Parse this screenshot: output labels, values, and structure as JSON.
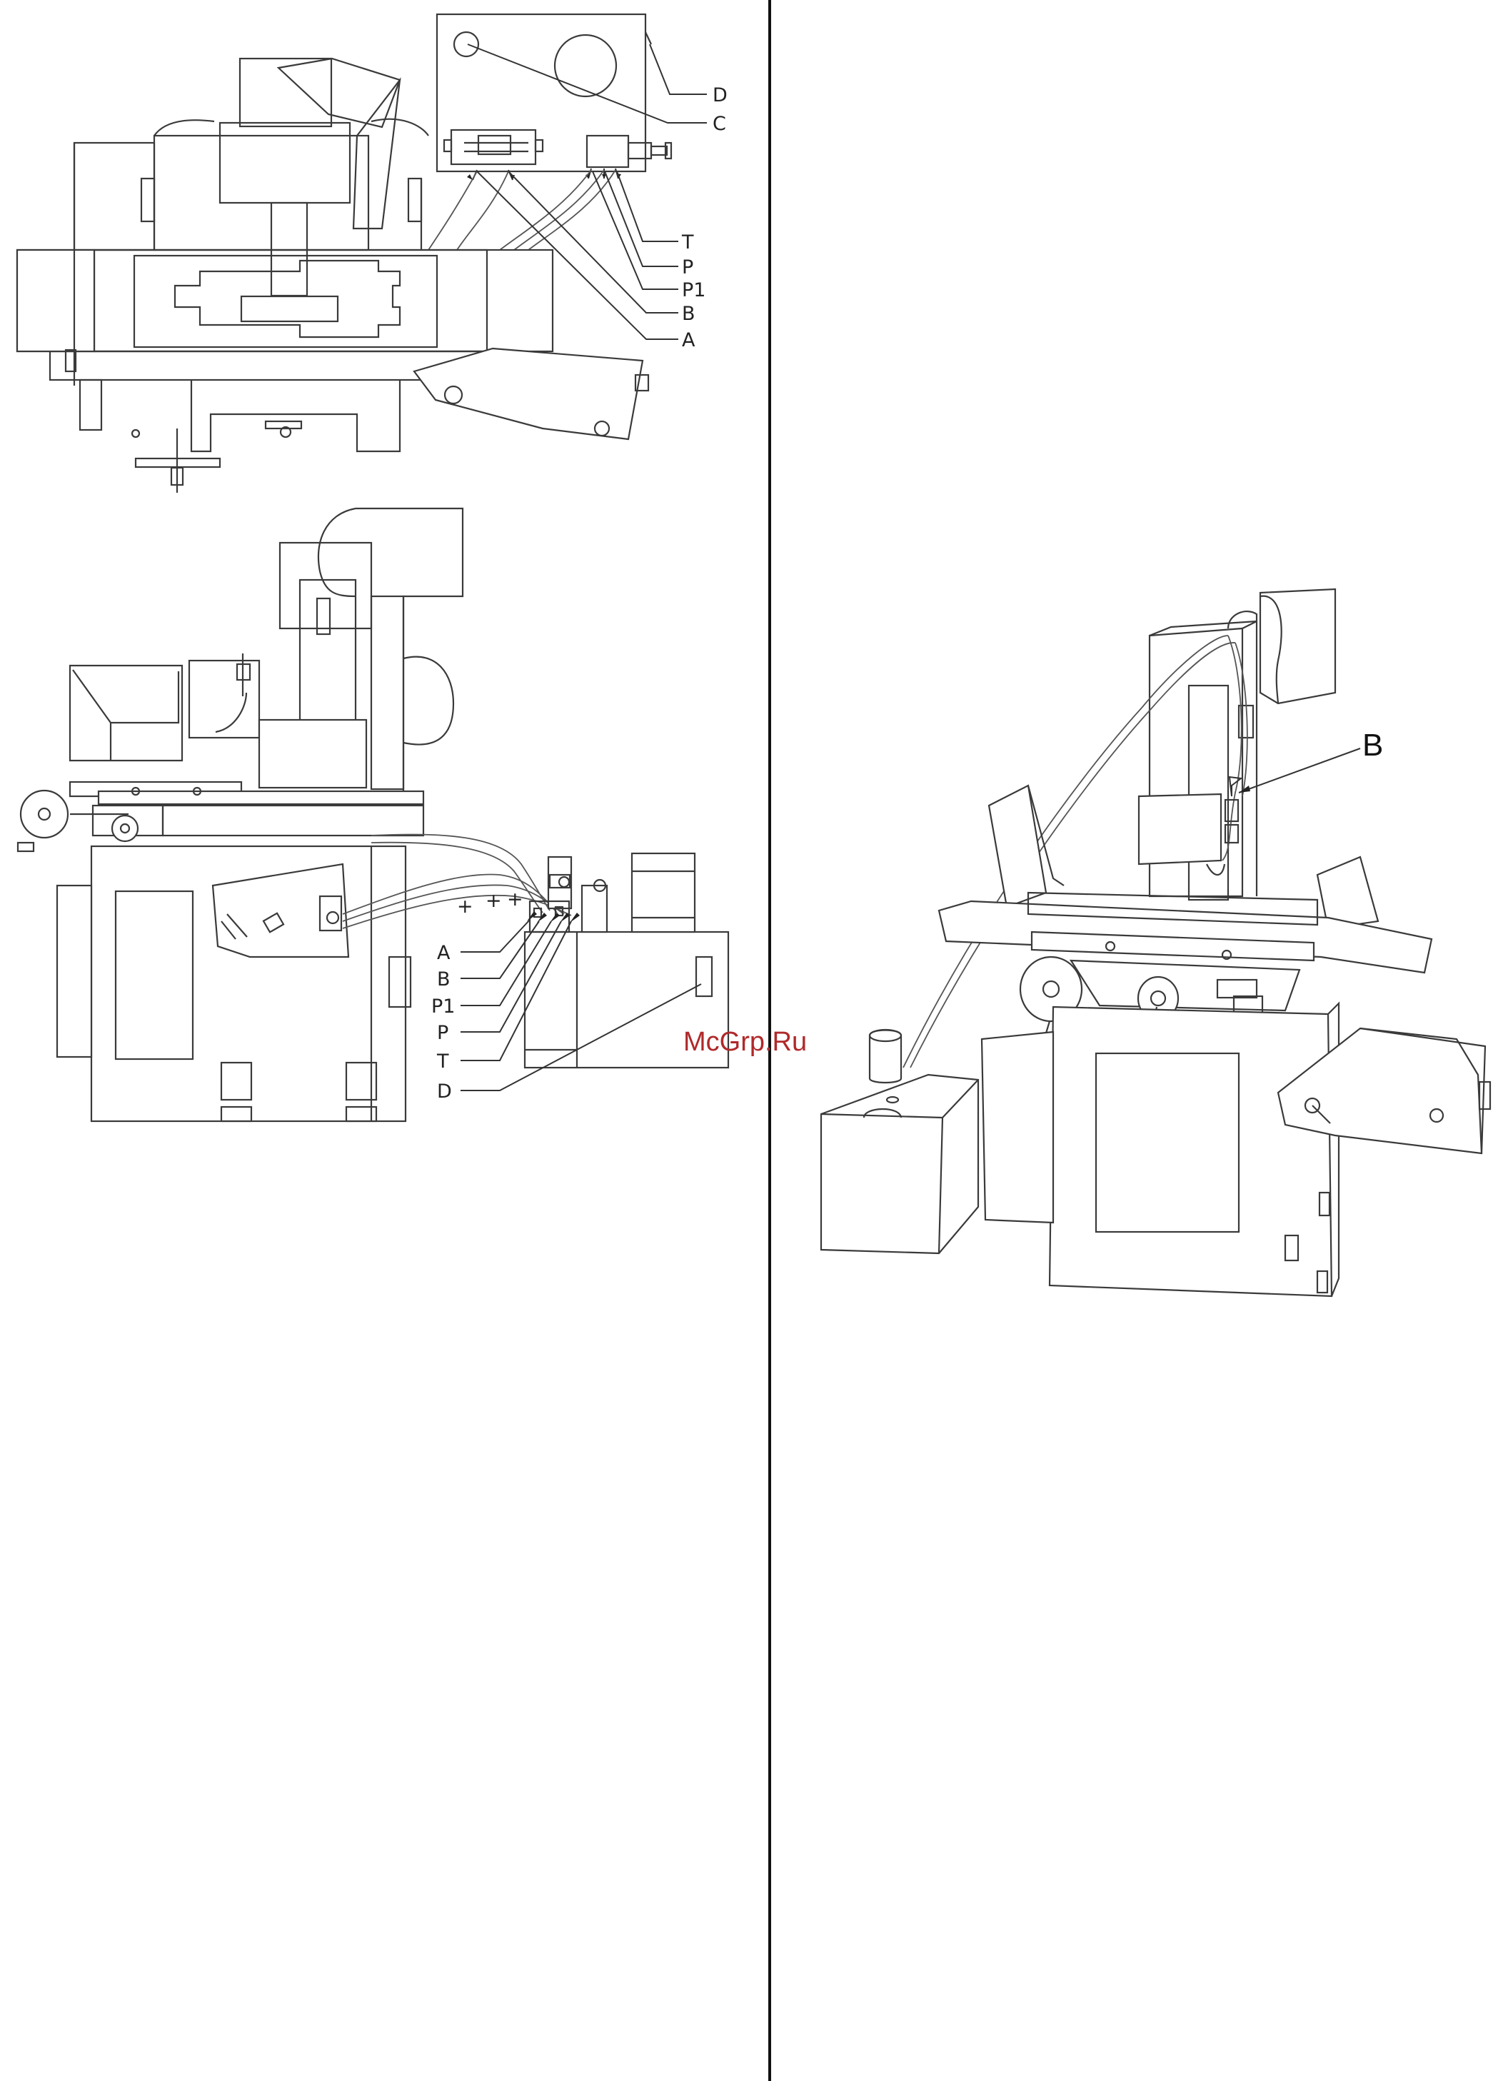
{
  "top_view": {
    "labels": [
      {
        "id": "D",
        "text": "D"
      },
      {
        "id": "C",
        "text": "C"
      },
      {
        "id": "T",
        "text": "T"
      },
      {
        "id": "P",
        "text": "P"
      },
      {
        "id": "P1",
        "text": "P1"
      },
      {
        "id": "B",
        "text": "B"
      },
      {
        "id": "A",
        "text": "A"
      }
    ]
  },
  "front_view": {
    "labels": [
      {
        "id": "A",
        "text": "A"
      },
      {
        "id": "B",
        "text": "B"
      },
      {
        "id": "P1",
        "text": "P1"
      },
      {
        "id": "P",
        "text": "P"
      },
      {
        "id": "T",
        "text": "T"
      },
      {
        "id": "D",
        "text": "D"
      }
    ]
  },
  "iso_view": {
    "callout": "B"
  },
  "watermark": "McGrp.Ru"
}
